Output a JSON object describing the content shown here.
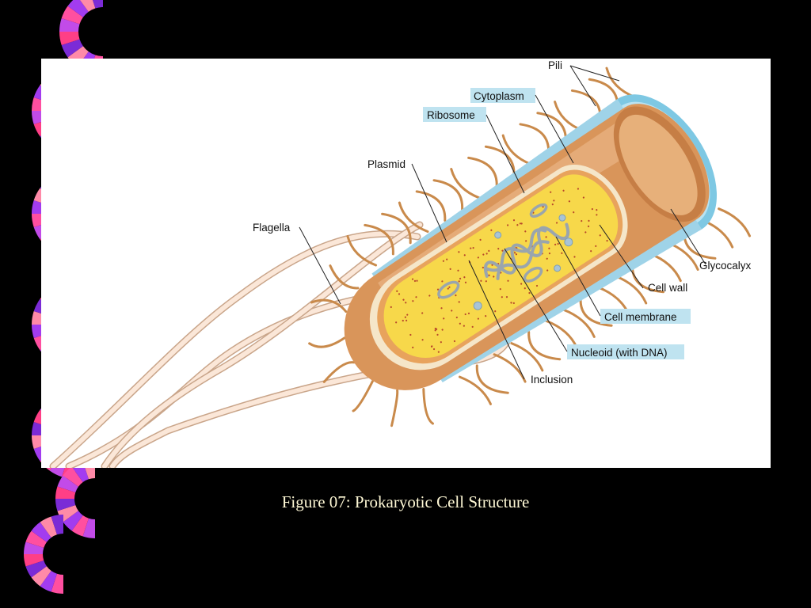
{
  "slide": {
    "caption": "Figure 07: Prokaryotic Cell Structure",
    "background_color": "#000000",
    "caption_color": "#fff9d6",
    "decoration": "pink-purple-striped-ribbon"
  },
  "diagram": {
    "labels": {
      "pili": "Pili",
      "cytoplasm": "Cytoplasm",
      "ribosome": "Ribosome",
      "plasmid": "Plasmid",
      "flagella": "Flagella",
      "glycocalyx": "Glycocalyx",
      "cell_wall": "Cell wall",
      "cell_membrane": "Cell membrane",
      "nucleoid": "Nucleoid (with DNA)",
      "inclusion": "Inclusion"
    },
    "highlighted_labels": [
      "cytoplasm",
      "ribosome",
      "cell_membrane",
      "nucleoid"
    ],
    "colors": {
      "highlight": "#bfe3f0",
      "cytoplasm": "#f7d84a",
      "cell_wall": "#d9955a",
      "glycocalyx": "#7ec8e3",
      "pili": "#c98a4b",
      "flagella": "#f2d2b8"
    }
  }
}
